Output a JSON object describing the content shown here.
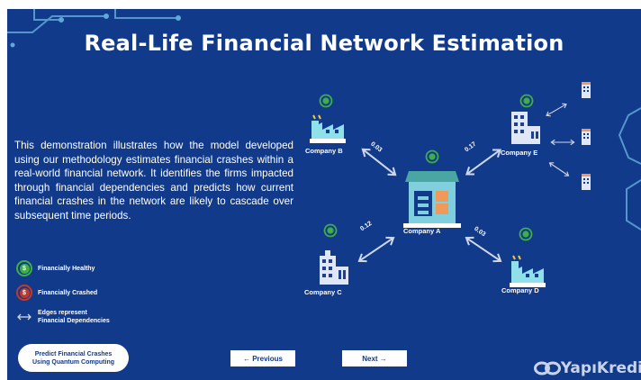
{
  "title": "Real-Life Financial Network Estimation",
  "description": "This demonstration illustrates how the model developed using our methodology estimates financial crashes within a real-world financial network. It identifies the firms impacted through financial dependencies and predicts how current financial crashes in the network are likely to cascade over subsequent time periods.",
  "legend": {
    "healthy": "Financially Healthy",
    "crashed": "Financially Crashed",
    "edges_line1": "Edges represent",
    "edges_line2": "Financial Dependencies"
  },
  "companies": {
    "a": "Company A",
    "b": "Company B",
    "c": "Company C",
    "d": "Company D",
    "e": "Company E"
  },
  "edges": {
    "b_a": "0.03",
    "e_a": "0.17",
    "c_a": "0.12",
    "d_a": "0.03"
  },
  "buttons": {
    "predict_line1": "Predict Financial Crashes",
    "predict_line2": "Using Quantum Computing",
    "previous": "← Previous",
    "next": "Next →"
  },
  "brand": "YapıKredi",
  "coin_symbol": "$",
  "colors": {
    "background": "#123a8a",
    "healthy": "#3fae49",
    "crashed": "#c0392b",
    "factory": "#8fe0e8",
    "building": "#dfe6f5",
    "text": "#ffffff"
  },
  "icons": {
    "healthy": "coin-healthy-icon",
    "crashed": "coin-crashed-icon",
    "edge": "double-arrow-icon",
    "factory": "factory-icon",
    "office": "office-building-icon",
    "warehouse": "warehouse-icon",
    "brand": "brand-logo-icon"
  }
}
